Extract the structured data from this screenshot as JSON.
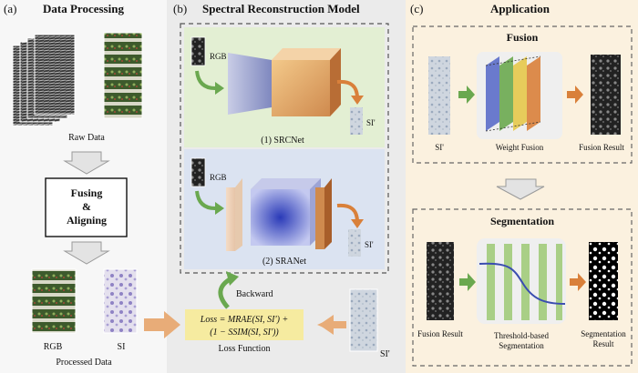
{
  "panels": {
    "a": {
      "tag": "(a)",
      "title": "Data  Processing"
    },
    "b": {
      "tag": "(b)",
      "title": "Spectral Reconstruction Model"
    },
    "c": {
      "tag": "(c)",
      "title": "Application"
    }
  },
  "data_processing": {
    "raw_label": "Raw Data",
    "step_line1": "Fusing",
    "step_line2": "&",
    "step_line3": "Aligning",
    "rgb_label": "RGB",
    "si_label": "SI",
    "processed_label": "Processed Data"
  },
  "model": {
    "srcnet_input": "RGB",
    "srcnet_output": "SI'",
    "srcnet_caption": "(1) SRCNet",
    "sranet_input": "RGB",
    "sranet_output": "SI'",
    "sranet_caption": "(2) SRANet",
    "backward_label": "Backward",
    "loss_line1": "Loss = MRAE(SI, SI') +",
    "loss_line2": "(1 − SSIM(SI, SI'))",
    "loss_caption": "Loss Function",
    "si_prime_label": "SI'"
  },
  "application": {
    "fusion_title": "Fusion",
    "fusion_input": "SI'",
    "fusion_middle": "Weight Fusion",
    "fusion_output": "Fusion Result",
    "seg_title": "Segmentation",
    "seg_input": "Fusion Result",
    "seg_middle_line1": "Threshold-based",
    "seg_middle_line2": "Segmentation",
    "seg_output_line1": "Segmentation",
    "seg_output_line2": "Result"
  },
  "colors": {
    "panel_a_bg": "#f7f7f7",
    "panel_b_bg": "#ebebeb",
    "panel_c_bg": "#fbf1df",
    "srcnet_bg": "#e3efd3",
    "sranet_bg": "#dbe3f1",
    "green_arrow": "#6aa84f",
    "orange_arrow": "#d9803a",
    "loss_box": "#f6eba0"
  }
}
